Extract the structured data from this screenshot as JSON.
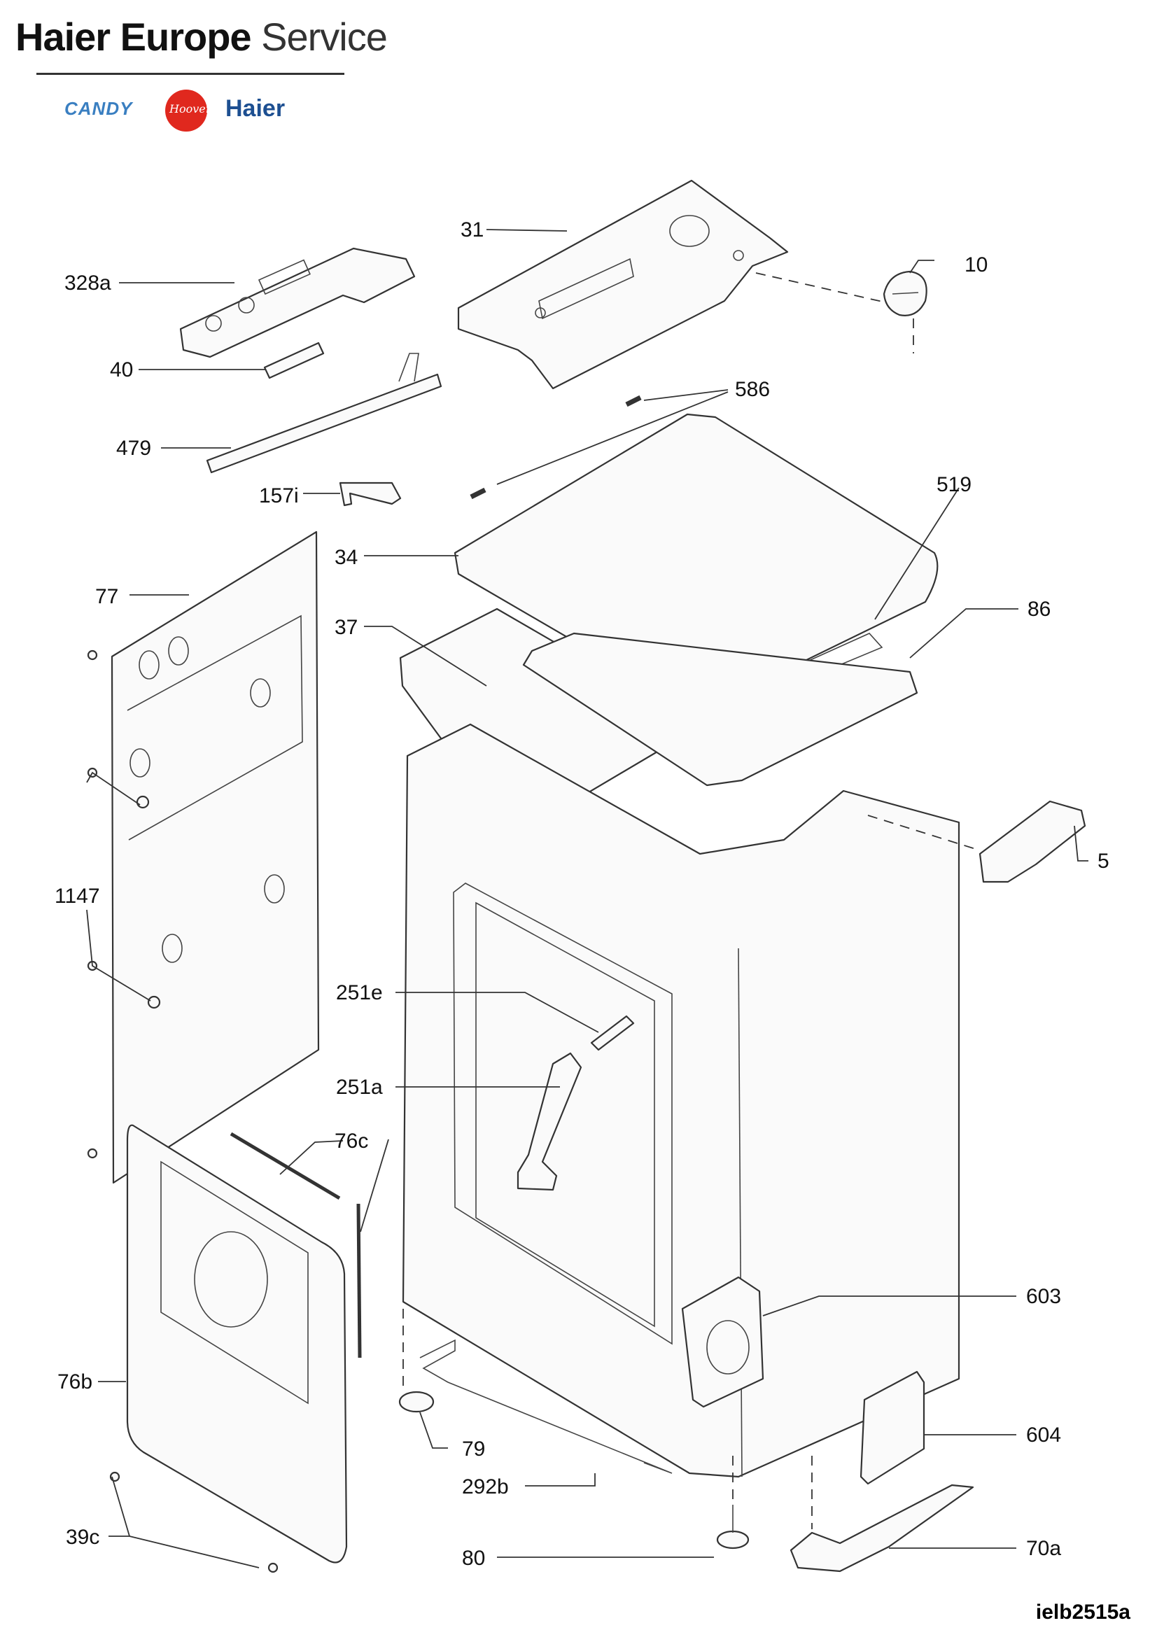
{
  "header": {
    "brand_strong": "Haier Europe",
    "brand_light": "Service",
    "logos": {
      "candy": "CANDY",
      "hoover": "Hoover",
      "haier": "Haier"
    }
  },
  "colors": {
    "candy": "#3a7fc1",
    "hoover": "#e0281e",
    "haier": "#1d4f91"
  },
  "callouts": {
    "p31": "31",
    "p10": "10",
    "p328a": "328a",
    "p40": "40",
    "p479": "479",
    "p157i": "157i",
    "p586": "586",
    "p519": "519",
    "p34": "34",
    "p77": "77",
    "p37": "37",
    "p86": "86",
    "p5": "5",
    "p1147": "1147",
    "p251e": "251e",
    "p251a": "251a",
    "p76c": "76c",
    "p603": "603",
    "p76b": "76b",
    "p79": "79",
    "p604": "604",
    "p292b": "292b",
    "p39c": "39c",
    "p80": "80",
    "p70a": "70a"
  },
  "diagram_code": "ielb2515a"
}
